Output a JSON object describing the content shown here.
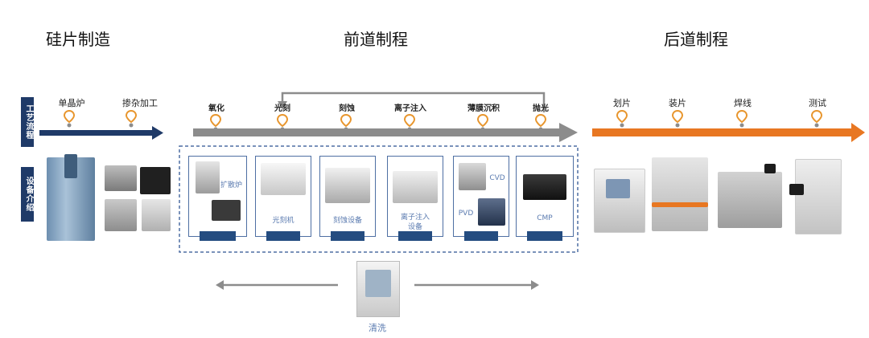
{
  "sections": {
    "wafer": "硅片制造",
    "front": "前道制程",
    "back": "后道制程"
  },
  "side_labels": {
    "process": "工艺流程",
    "equipment": "设备介绍"
  },
  "wafer_steps": [
    "单晶炉",
    "掺杂加工"
  ],
  "front_steps": [
    "氧化",
    "光刻",
    "刻蚀",
    "离子注入",
    "薄膜沉积",
    "抛光"
  ],
  "back_steps": [
    "划片",
    "装片",
    "焊线",
    "测试"
  ],
  "front_equipment": [
    {
      "label": "扩散炉"
    },
    {
      "label": "光刻机"
    },
    {
      "label": "刻蚀设备"
    },
    {
      "label": "离子注入\n设备"
    },
    {
      "label_top": "CVD",
      "label_bottom": "PVD"
    },
    {
      "label": "CMP"
    }
  ],
  "cleaning": "清洗",
  "colors": {
    "wafer_arrow": "#1f3a68",
    "front_arrow": "#8c8c8c",
    "back_arrow": "#e87722",
    "pin": "#e8962e",
    "card_border": "#4e6fa3",
    "card_bar": "#244c80"
  }
}
